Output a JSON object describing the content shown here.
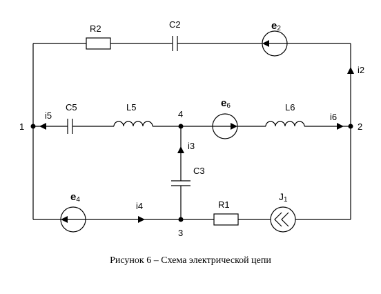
{
  "components": {
    "R1": "R1",
    "R2": "R2",
    "C2": "C2",
    "C3": "C3",
    "C5": "C5",
    "L5": "L5",
    "L6": "L6",
    "e2": {
      "base": "e",
      "sub": "2"
    },
    "e4": {
      "base": "e",
      "sub": "4"
    },
    "e6": {
      "base": "e",
      "sub": "6"
    },
    "J1": {
      "base": "J",
      "sub": "1"
    }
  },
  "currents": {
    "i2": "i2",
    "i3": "i3",
    "i4": "i4",
    "i5": "i5",
    "i6": "i6"
  },
  "nodes": {
    "n1": "1",
    "n2": "2",
    "n3": "3",
    "n4": "4"
  },
  "caption": "Рисунок 6 – Схема электрической цепи"
}
